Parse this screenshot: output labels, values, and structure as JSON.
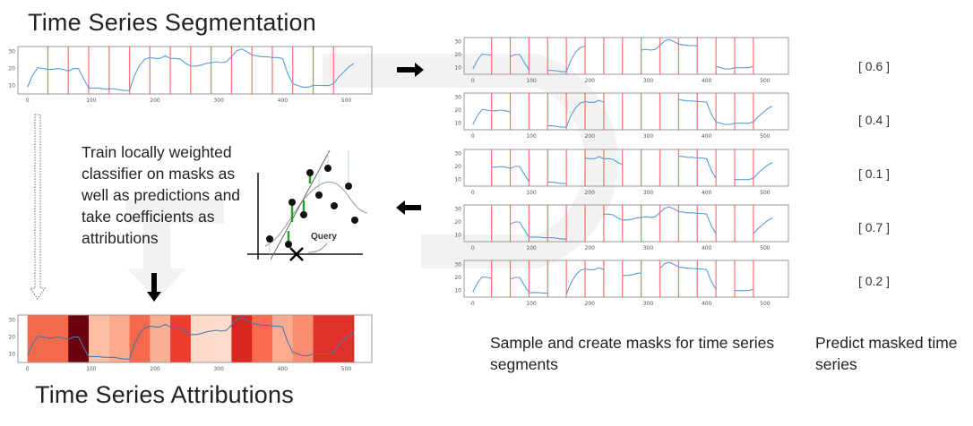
{
  "titles": {
    "top": "Time Series Segmentation",
    "bottom": "Time Series Attributions"
  },
  "captions": {
    "train": "Train locally weighted classifier on masks as well as predictions and take coefficients as attributions",
    "sample": "Sample and create masks for time series segments",
    "predict": "Predict masked time series",
    "query": "Query"
  },
  "scores": [
    "[ 0.6 ]",
    "[ 0.4 ]",
    "[ 0.1 ]",
    "[ 0.7 ]",
    "[ 0.2 ]"
  ],
  "colors": {
    "series": "#5b9bd5",
    "segment_line": "#ff4d4d",
    "arrow": "#000000",
    "green": "#2ca02c"
  },
  "chart_data": {
    "type": "line",
    "x_ticks": [
      0,
      100,
      200,
      300,
      400,
      500
    ],
    "y_ticks": [
      10,
      20,
      30
    ],
    "xlim": [
      -15,
      540
    ],
    "ylim": [
      5,
      33
    ],
    "x": [
      0,
      8,
      16,
      24,
      32,
      40,
      48,
      56,
      64,
      72,
      80,
      88,
      96,
      104,
      112,
      120,
      128,
      136,
      144,
      152,
      160,
      168,
      176,
      184,
      192,
      200,
      208,
      216,
      224,
      232,
      240,
      248,
      256,
      264,
      272,
      280,
      288,
      296,
      304,
      312,
      320,
      328,
      336,
      344,
      352,
      360,
      368,
      376,
      384,
      392,
      400,
      408,
      416,
      424,
      432,
      440,
      448,
      456,
      464,
      472,
      480,
      488,
      496,
      504,
      512
    ],
    "y": [
      9,
      16,
      20.5,
      20,
      19.5,
      19.5,
      20,
      19.5,
      18.5,
      20,
      20,
      14,
      8.5,
      8.5,
      8.5,
      8,
      8,
      8,
      7.5,
      7,
      7,
      16,
      22,
      25.5,
      26.5,
      26,
      26,
      27.5,
      26,
      26,
      25.5,
      23,
      21.5,
      21.5,
      22,
      23,
      23.5,
      24,
      23.5,
      24,
      27,
      30.5,
      31.5,
      30,
      28,
      27.5,
      27,
      27,
      26.5,
      26.5,
      26,
      17,
      11,
      10,
      9,
      9,
      10,
      10,
      10,
      10,
      11,
      15,
      18,
      21,
      23
    ],
    "segment_boundaries": [
      32,
      64,
      96,
      128,
      160,
      192,
      224,
      256,
      288,
      320,
      352,
      384,
      416,
      448,
      480
    ],
    "masks": [
      [
        1,
        0,
        1,
        0,
        1,
        1,
        0,
        0,
        0,
        1,
        1,
        1,
        0,
        1,
        1,
        0
      ],
      [
        1,
        1,
        0,
        0,
        1,
        1,
        1,
        0,
        0,
        0,
        0,
        1,
        1,
        1,
        1,
        1
      ],
      [
        0,
        1,
        1,
        0,
        1,
        0,
        1,
        1,
        0,
        0,
        0,
        1,
        1,
        0,
        1,
        1
      ],
      [
        0,
        0,
        1,
        1,
        1,
        0,
        0,
        1,
        1,
        1,
        1,
        1,
        1,
        0,
        0,
        1
      ],
      [
        1,
        0,
        1,
        1,
        0,
        1,
        1,
        0,
        1,
        0,
        1,
        1,
        1,
        0,
        1,
        0
      ]
    ],
    "attribution_colors": [
      "#f4694c",
      "#f4694c",
      "#6b010e",
      "#fcbea5",
      "#fcaa8d",
      "#f5684b",
      "#fcae92",
      "#ec3d2e",
      "#fddbcb",
      "#fddccd",
      "#d8261f",
      "#f96b4c",
      "#fcab8f",
      "#fb8e6e",
      "#e0302a",
      "#e0302a"
    ]
  }
}
